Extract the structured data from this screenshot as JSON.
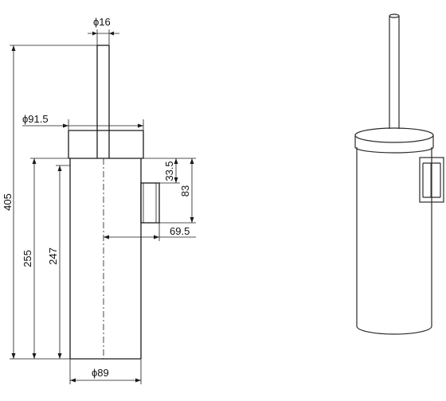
{
  "dimensions": {
    "handle_diameter": "ϕ16",
    "lid_diameter": "ϕ91.5",
    "body_diameter": "ϕ89",
    "total_height": "405",
    "body_height": "255",
    "inner_height": "247",
    "bracket_offset": "33.5",
    "bracket_height": "83",
    "bracket_projection": "69.5"
  },
  "colors": {
    "line": "#1a1a1a",
    "background": "#ffffff"
  }
}
